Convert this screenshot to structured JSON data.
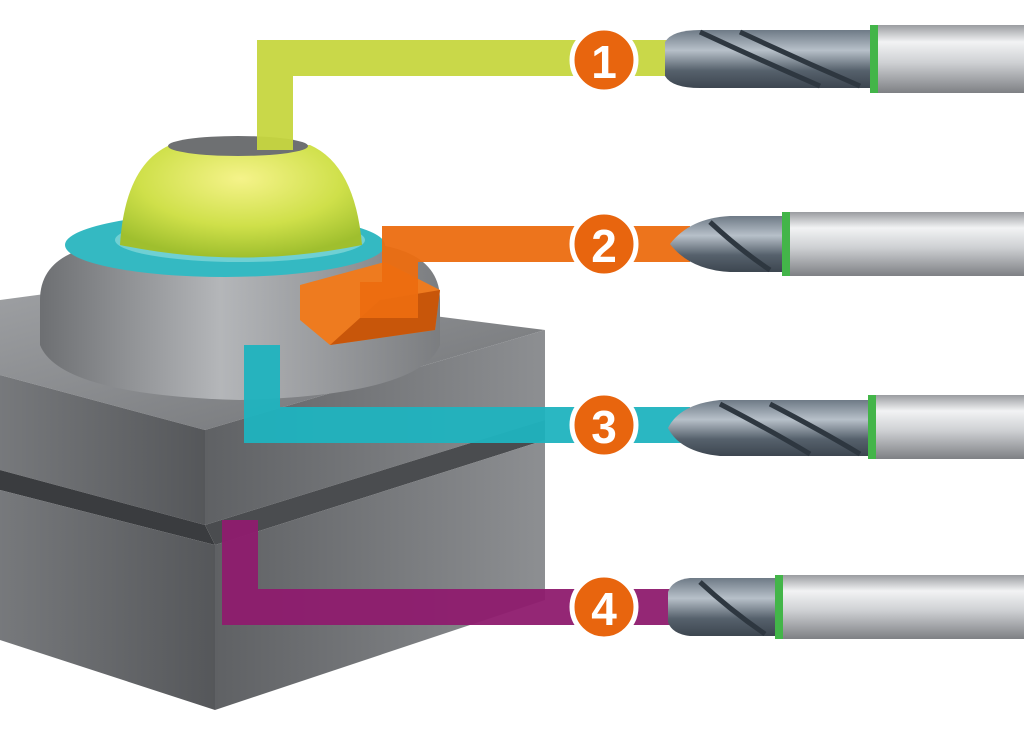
{
  "colors": {
    "background": "#ffffff",
    "operation_1": "#c6d63f",
    "operation_2": "#ec6d10",
    "operation_3": "#1fb3bf",
    "operation_4": "#8e1b6e",
    "badge_fill": "#e8650e",
    "badge_ring": "#ffffff",
    "tool_collar": "#43b549",
    "workpiece": "#8a8c8f"
  },
  "callouts": [
    {
      "number": "1",
      "target": "dome-top",
      "tool": "end-mill-4-flute-ball"
    },
    {
      "number": "2",
      "target": "shoulder-ring",
      "tool": "end-mill-short-ball"
    },
    {
      "number": "3",
      "target": "boss-wall",
      "tool": "end-mill-long-flute"
    },
    {
      "number": "4",
      "target": "side-slot",
      "tool": "end-mill-slot"
    }
  ]
}
